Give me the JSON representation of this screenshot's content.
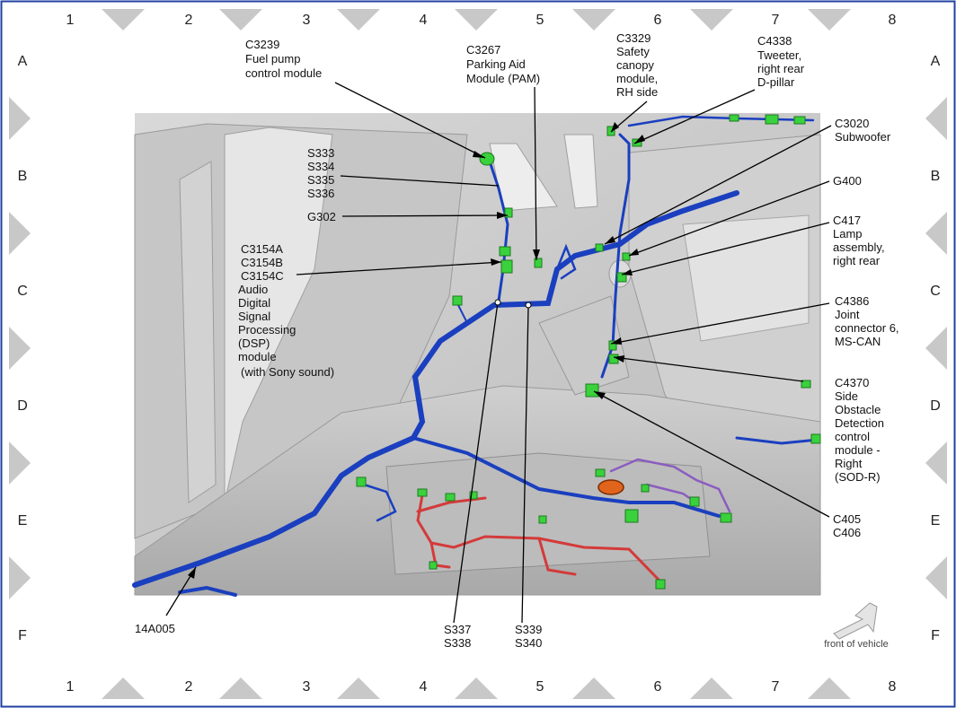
{
  "grid": {
    "columns": [
      "1",
      "2",
      "3",
      "4",
      "5",
      "6",
      "7",
      "8"
    ],
    "rows": [
      "A",
      "B",
      "C",
      "D",
      "E",
      "F"
    ]
  },
  "callouts": {
    "c3239": [
      "C3239",
      "Fuel pump",
      "control module"
    ],
    "c3267": [
      "C3267",
      "Parking Aid",
      "Module (PAM)"
    ],
    "c3329": [
      "C3329",
      "Safety",
      "canopy",
      "module,",
      "RH side"
    ],
    "c4338": [
      "C4338",
      "Tweeter,",
      "right rear",
      "D-pillar"
    ],
    "c3020": [
      "C3020",
      "Subwoofer"
    ],
    "splices_b": [
      "S333",
      "S334",
      "S335",
      "S336"
    ],
    "g302": [
      "G302"
    ],
    "g400": [
      "G400"
    ],
    "c417": [
      "C417",
      "Lamp",
      "assembly,",
      "right rear"
    ],
    "dsp": [
      "C3154A",
      "C3154B",
      "C3154C",
      "Audio",
      "Digital",
      "Signal",
      "Processing",
      "(DSP)",
      "module"
    ],
    "dsp_note": "(with Sony sound)",
    "c4386": [
      "C4386",
      "Joint",
      "connector 6,",
      "MS-CAN"
    ],
    "c4370": [
      "C4370",
      "Side",
      "Obstacle",
      "Detection",
      "control",
      "module -",
      "Right",
      "(SOD-R)"
    ],
    "c405": [
      "C405",
      "C406"
    ],
    "harness": [
      "14A005"
    ],
    "s337": [
      "S337",
      "S338"
    ],
    "s339": [
      "S339",
      "S340"
    ]
  },
  "orientation": {
    "label": "front of vehicle"
  },
  "colors": {
    "harness_main": "#1a3fbf",
    "harness_red": "#d43a3a",
    "harness_purple": "#8a5cc0",
    "connector": "#39d13c",
    "frame_triangle": "#c8c8c8",
    "border": "#2040a0"
  }
}
